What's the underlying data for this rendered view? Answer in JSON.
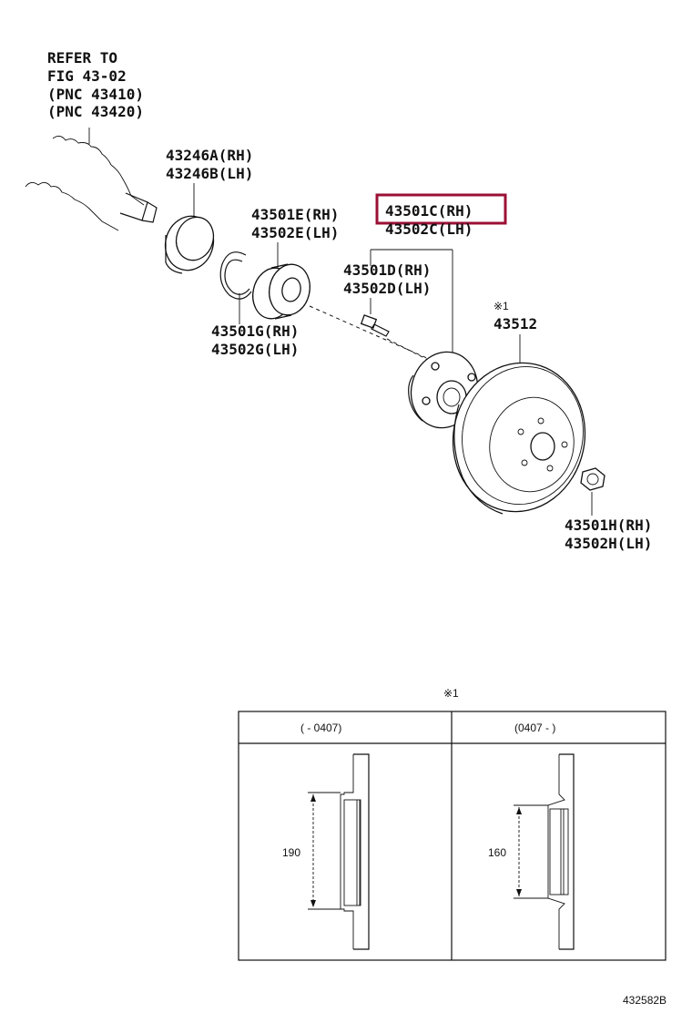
{
  "refer": {
    "line1": "REFER TO",
    "line2": "FIG 43-02",
    "line3": "(PNC 43410)",
    "line4": "(PNC 43420)"
  },
  "parts": {
    "p43246": {
      "rh": "43246A(RH)",
      "lh": "43246B(LH)"
    },
    "p43501e": {
      "rh": "43501E(RH)",
      "lh": "43502E(LH)"
    },
    "p43501c": {
      "rh": "43501C(RH)",
      "lh": "43502C(LH)"
    },
    "p43501d": {
      "rh": "43501D(RH)",
      "lh": "43502D(LH)"
    },
    "p43512": {
      "mark": "※1",
      "no": "43512"
    },
    "p43501g": {
      "rh": "43501G(RH)",
      "lh": "43502G(LH)"
    },
    "p43501h": {
      "rh": "43501H(RH)",
      "lh": "43502H(LH)"
    }
  },
  "highlight_color": "#9b1035",
  "table": {
    "mark": "※1",
    "col1_header": "(      - 0407)",
    "col2_header": "(0407 -       )",
    "col1_dim": "190",
    "col2_dim": "160"
  },
  "figure_id": "432582B"
}
